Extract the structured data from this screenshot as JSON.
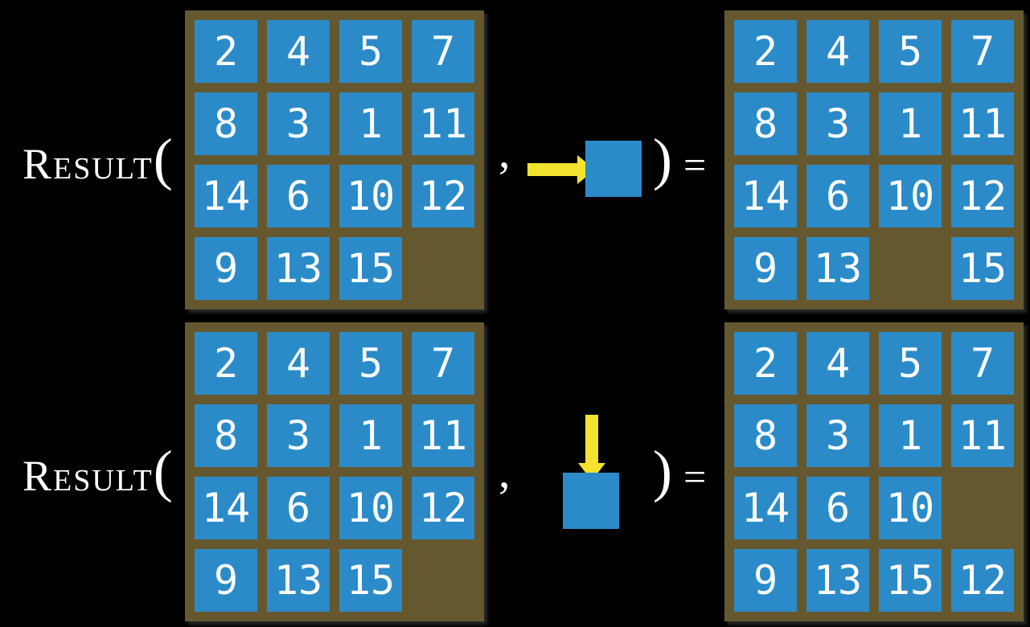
{
  "colors": {
    "tile_blue": "#2b8bc9",
    "frame_brown": "#65582f",
    "arrow_yellow": "#f2e32f",
    "text_white": "#ffffff",
    "background_black": "#000000"
  },
  "function_label": {
    "name": "Result",
    "open_paren": "(",
    "comma": ",",
    "close_paren": ")",
    "equals": "="
  },
  "rows": [
    {
      "name": "slide-right-example",
      "action": {
        "direction": "right",
        "icon": "right-arrow-icon"
      },
      "initial_grid": [
        [
          "2",
          "4",
          "5",
          "7"
        ],
        [
          "8",
          "3",
          "1",
          "11"
        ],
        [
          "14",
          "6",
          "10",
          "12"
        ],
        [
          "9",
          "13",
          "15",
          ""
        ]
      ],
      "result_grid": [
        [
          "2",
          "4",
          "5",
          "7"
        ],
        [
          "8",
          "3",
          "1",
          "11"
        ],
        [
          "14",
          "6",
          "10",
          "12"
        ],
        [
          "9",
          "13",
          "",
          "15"
        ]
      ]
    },
    {
      "name": "slide-down-example",
      "action": {
        "direction": "down",
        "icon": "down-arrow-icon"
      },
      "initial_grid": [
        [
          "2",
          "4",
          "5",
          "7"
        ],
        [
          "8",
          "3",
          "1",
          "11"
        ],
        [
          "14",
          "6",
          "10",
          "12"
        ],
        [
          "9",
          "13",
          "15",
          ""
        ]
      ],
      "result_grid": [
        [
          "2",
          "4",
          "5",
          "7"
        ],
        [
          "8",
          "3",
          "1",
          "11"
        ],
        [
          "14",
          "6",
          "10",
          ""
        ],
        [
          "9",
          "13",
          "15",
          "12"
        ]
      ]
    }
  ]
}
